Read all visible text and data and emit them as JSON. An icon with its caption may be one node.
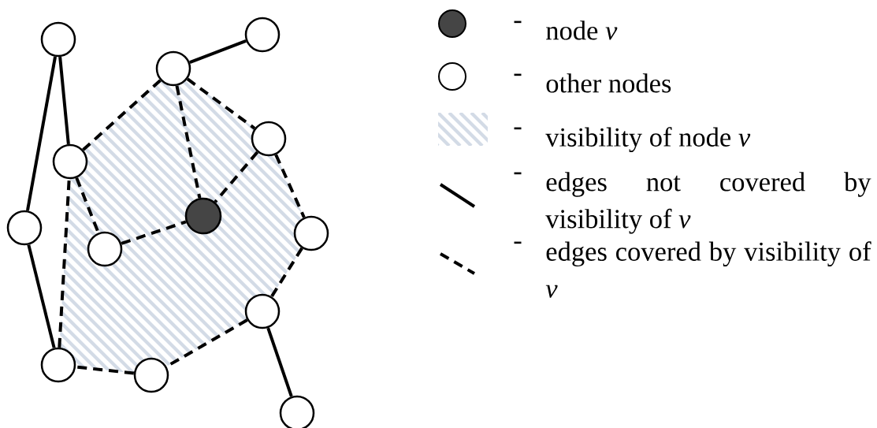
{
  "diagram": {
    "nodes": [
      {
        "text": [],
        "shape": "circle"
      },
      {
        "text": [],
        "shape": "circle"
      },
      {
        "text": [],
        "shape": "circle"
      },
      {
        "text": [],
        "shape": "circle"
      },
      {
        "text": [],
        "shape": "circle"
      },
      {
        "text": [],
        "shape": "circle"
      },
      {
        "text": [],
        "shape": "circle"
      },
      {
        "text": [],
        "shape": "circle"
      },
      {
        "text": [],
        "shape": "circle"
      },
      {
        "text": [],
        "shape": "circle"
      },
      {
        "text": [],
        "shape": "circle"
      },
      {
        "text": [],
        "shape": "circle"
      },
      {
        "text": [],
        "shape": "circle"
      }
    ],
    "edges": [
      {
        "from": 1,
        "to": 6,
        "arrow": "none"
      },
      {
        "from": 1,
        "to": 4,
        "arrow": "none"
      },
      {
        "from": 2,
        "to": 0,
        "arrow": "none"
      },
      {
        "from": 6,
        "to": 10,
        "arrow": "none"
      },
      {
        "from": 9,
        "to": 12,
        "arrow": "none"
      },
      {
        "from": 2,
        "to": 4,
        "arrow": "none",
        "style": "dashed"
      },
      {
        "from": 2,
        "to": 5,
        "arrow": "none",
        "style": "dashed"
      },
      {
        "from": 2,
        "to": 3,
        "arrow": "none",
        "style": "dashed"
      },
      {
        "from": 3,
        "to": 5,
        "arrow": "none",
        "style": "dashed"
      },
      {
        "from": 3,
        "to": 7,
        "arrow": "none",
        "style": "dashed"
      },
      {
        "from": 7,
        "to": 9,
        "arrow": "none",
        "style": "dashed"
      },
      {
        "from": 9,
        "to": 11,
        "arrow": "none",
        "style": "dashed"
      },
      {
        "from": 11,
        "to": 10,
        "arrow": "none",
        "style": "dashed"
      },
      {
        "from": 10,
        "to": 4,
        "arrow": "none",
        "style": "dashed"
      },
      {
        "from": 4,
        "to": 8,
        "arrow": "none",
        "style": "dashed"
      },
      {
        "from": 8,
        "to": 5,
        "arrow": "none",
        "style": "dashed"
      }
    ],
    "labels": [
      "-",
      "-",
      "-",
      "-",
      "-"
    ],
    "legend": [
      {
        "text": "node *v*"
      },
      {
        "text": "other nodes"
      },
      {
        "text": "visibility of node *v*"
      },
      {
        "text": "edges not covered by visibility of *v*"
      },
      {
        "text": "edges covered by visibility of *v*"
      }
    ]
  }
}
